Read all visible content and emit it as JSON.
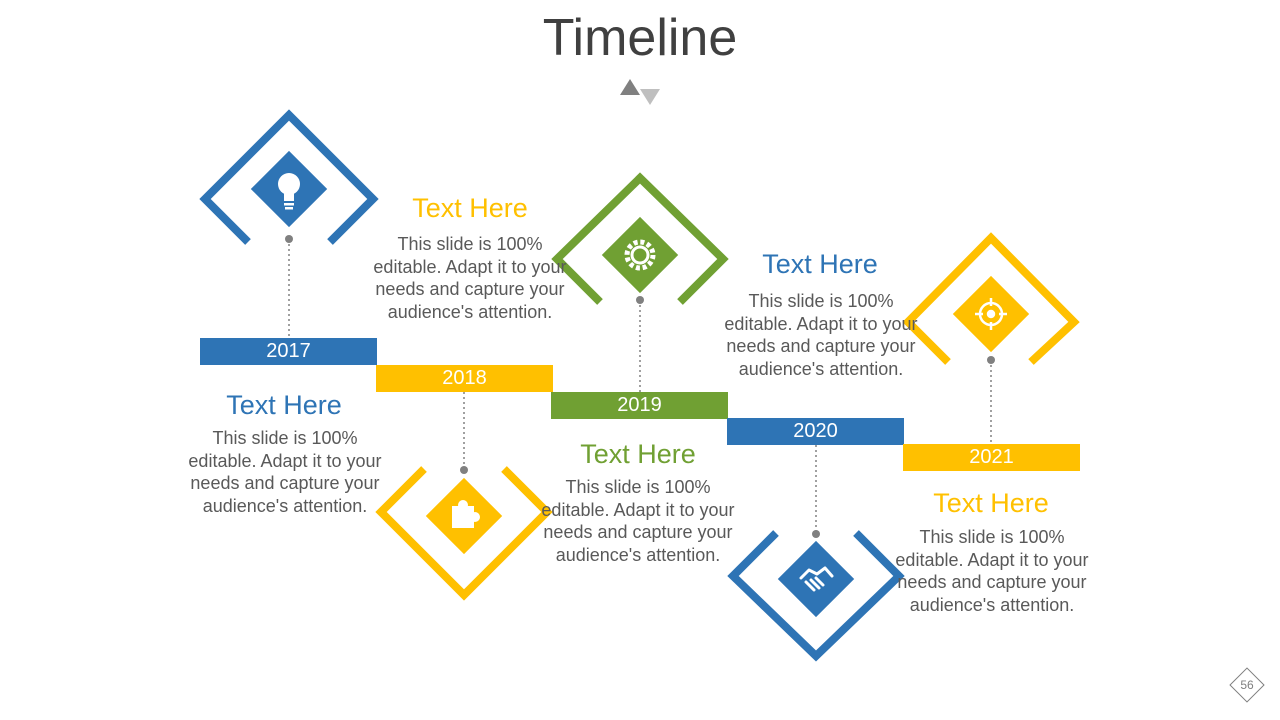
{
  "title": "Timeline",
  "colors": {
    "blue": "#2e74b5",
    "yellow": "#ffc000",
    "green": "#70a033",
    "gray_text": "#595959"
  },
  "milestones": [
    {
      "year": "2017",
      "heading": "Text Here",
      "body": "This slide is 100% editable. Adapt it to your needs and capture your audience's attention.",
      "icon": "lightbulb-icon",
      "color": "#2e74b5"
    },
    {
      "year": "2018",
      "heading": "Text Here",
      "body": "This slide is 100% editable. Adapt it to your needs and capture your audience's attention.",
      "icon": "puzzle-icon",
      "color": "#ffc000"
    },
    {
      "year": "2019",
      "heading": "Text Here",
      "body": "This slide is 100% editable. Adapt it to your needs and capture your audience's attention.",
      "icon": "gear-icon",
      "color": "#70a033"
    },
    {
      "year": "2020",
      "heading": "Text Here",
      "body": "This slide is 100% editable. Adapt it to your needs and capture your audience's attention.",
      "icon": "handshake-icon",
      "color": "#2e74b5"
    },
    {
      "year": "2021",
      "heading": "Text Here",
      "body": "This slide is 100% editable. Adapt it to your needs and capture your audience's attention.",
      "icon": "target-icon",
      "color": "#ffc000"
    }
  ],
  "page_number": "56"
}
